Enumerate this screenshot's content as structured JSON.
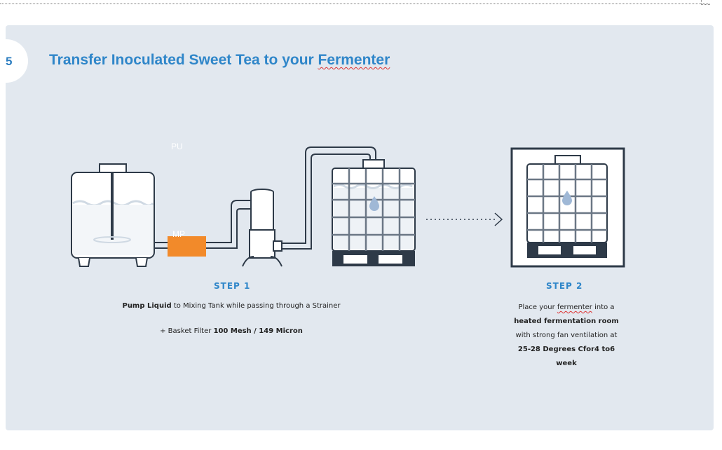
{
  "section": {
    "number": "5",
    "title_prefix": "Transfer Inoculated Sweet Tea to your ",
    "title_word": "Fermenter"
  },
  "diagram": {
    "pump_label": "PU",
    "mixing_label": "MP"
  },
  "step1": {
    "heading": "STEP 1",
    "bold_start": "Pump Liquid",
    "text": " to Mixing Tank while passing through a Strainer",
    "line3_prefix": "+ Basket Filter ",
    "line3_bold": "100 Mesh / 149 Micron"
  },
  "step2": {
    "heading": "STEP 2",
    "line1_a": "Place your ",
    "line1_word": "fermenter",
    "line1_b": " into a",
    "line2_bold": "heated fermentation room",
    "line3": "with strong fan ventilation at",
    "line4_bold": "25-28 Degrees Cfor4 to6",
    "line5_bold": "week"
  },
  "colors": {
    "accent": "#2f86c9",
    "pump": "#f28a2a",
    "panel": "#e2e8ef",
    "outline": "#2e3a48"
  }
}
